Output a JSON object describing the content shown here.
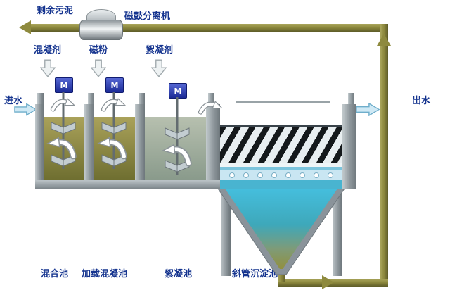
{
  "labels": {
    "surplus_sludge": "剩余污泥",
    "drum_separator": "磁鼓分离机",
    "coagulant": "混凝剂",
    "magnetic_powder": "磁粉",
    "flocculant": "絮凝剂",
    "inlet": "进水",
    "outlet": "出水",
    "motor": "M",
    "tank_mixing": "混合池",
    "tank_loaded_coagulation": "加载混凝池",
    "tank_flocculation": "絮凝池",
    "tank_inclined_tube_sedimentation": "斜管沉淀池"
  },
  "colors": {
    "label_blue": "#15348f",
    "pipe_olive": "#8e8a3e",
    "motor_blue": "#2233a8",
    "water_olive": "#8f8c4a",
    "water_grey_green": "#a9b3a4",
    "water_cyan": "#3bb2d0",
    "wall_grey": "#8d969b",
    "flow_arrow_blue": "#cfe9f5",
    "tube_module_black": "#14181a"
  }
}
